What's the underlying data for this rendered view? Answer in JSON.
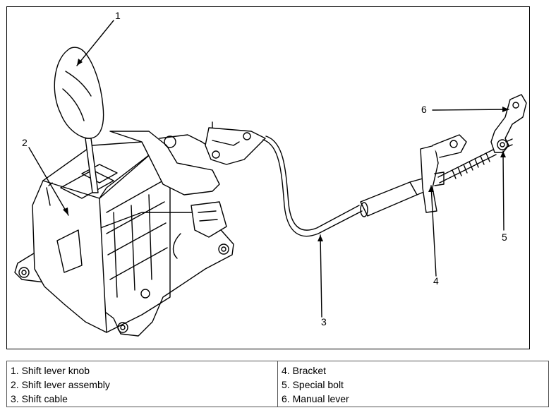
{
  "callouts": [
    "1",
    "2",
    "3",
    "4",
    "5",
    "6"
  ],
  "legend": {
    "left": [
      "1. Shift lever knob",
      "2. Shift lever assembly",
      "3. Shift cable"
    ],
    "right": [
      "4. Bracket",
      "5. Special bolt",
      "6. Manual lever"
    ]
  }
}
